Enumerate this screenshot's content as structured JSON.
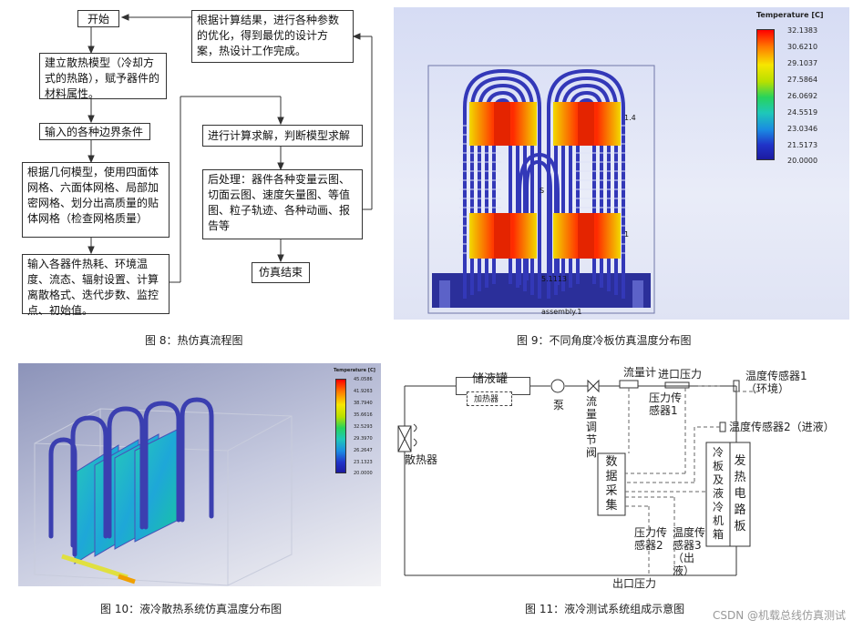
{
  "flowchart": {
    "start": "开始",
    "step1": "建立散热模型（冷却方式的热路），赋予器件的材料属性。",
    "step2": "输入的各种边界条件",
    "step3": "根据几何模型，使用四面体网格、六面体网格、局部加密网格、划分出高质量的贴体网格（检查网格质量）",
    "step4": "输入各器件热耗、环境温度、流态、辐射设置、计算离散格式、迭代步数、监控点、初始值。",
    "step5": "进行计算求解，判断模型求解",
    "step6": "后处理：器件各种变量云图、切面云图、速度矢量图、等值图、粒子轨迹、各种动画、报告等",
    "step7": "仿真结束",
    "feedback": "根据计算结果，进行各种参数的优化，得到最优的设计方案，热设计工作完成。"
  },
  "captions": {
    "fig8": "图 8：热仿真流程图",
    "fig9": "图 9：不同角度冷板仿真温度分布图",
    "fig10": "图 10：液冷散热系统仿真温度分布图",
    "fig11": "图 11：液冷测试系统组成示意图"
  },
  "fig9": {
    "legend_title": "Temperature [C]",
    "legend_values": [
      "32.1383",
      "30.6210",
      "29.1037",
      "27.5864",
      "26.0692",
      "24.5519",
      "23.0346",
      "21.5173",
      "20.0000"
    ],
    "labels": {
      "top_right": "1.4",
      "mid_right": "1",
      "center": "S",
      "bottom": "5.1113",
      "assembly": "assembly.1"
    }
  },
  "fig10": {
    "legend_title": "Temperature [C]",
    "legend_values": [
      "45.0586",
      "41.9263",
      "38.7940",
      "35.6616",
      "32.5293",
      "29.3970",
      "26.2647",
      "23.1323",
      "20.0000"
    ]
  },
  "fig11": {
    "reservoir": "储液罐",
    "heater": "加热器",
    "pump": "泵",
    "flow_valve": "流量调节阀",
    "flowmeter": "流量计",
    "inlet_pressure": "进口压力",
    "pressure_sensor1": "压力传感器1",
    "temp_sensor1": "温度传感器1（环境）",
    "temp_sensor2": "温度传感器2（进液）",
    "radiator": "散热器",
    "data_acq": "数据采集",
    "cold_plate": "冷板及液冷机箱",
    "heating_board": "发热电路板",
    "pressure_sensor2": "压力传感器2",
    "temp_sensor3": "温度传感器3（出液）",
    "outlet_pressure": "出口压力"
  },
  "watermark": "CSDN @机载总线仿真测试"
}
